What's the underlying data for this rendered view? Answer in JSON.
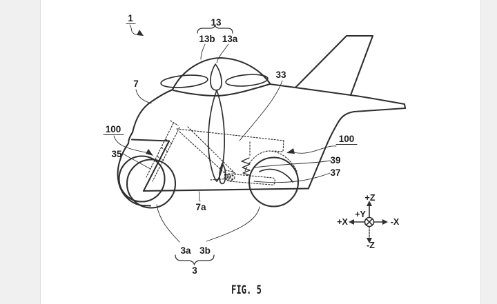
{
  "page": {
    "background": "#f0f0f0",
    "sheet": "#ffffff",
    "edge_line": "#dedede"
  },
  "ink": {
    "line": "#2e2e2e",
    "text": "#1c1c1c"
  },
  "figure": {
    "caption": "FIG. 5",
    "labels": {
      "ref1": "1",
      "ref7": "7",
      "ref13": "13",
      "ref13b": "13b",
      "ref13a": "13a",
      "ref33": "33",
      "ref35": "35",
      "ref37": "37",
      "ref39": "39",
      "ref100_front": "100",
      "ref100_rear": "100",
      "ref7a": "7a",
      "ref3a": "3a",
      "ref3b": "3b",
      "ref3": "3"
    },
    "axis": {
      "z_pos": "+Z",
      "z_neg": "-Z",
      "x_pos": "+X",
      "x_neg": "-X",
      "y_pos": "+Y"
    }
  }
}
